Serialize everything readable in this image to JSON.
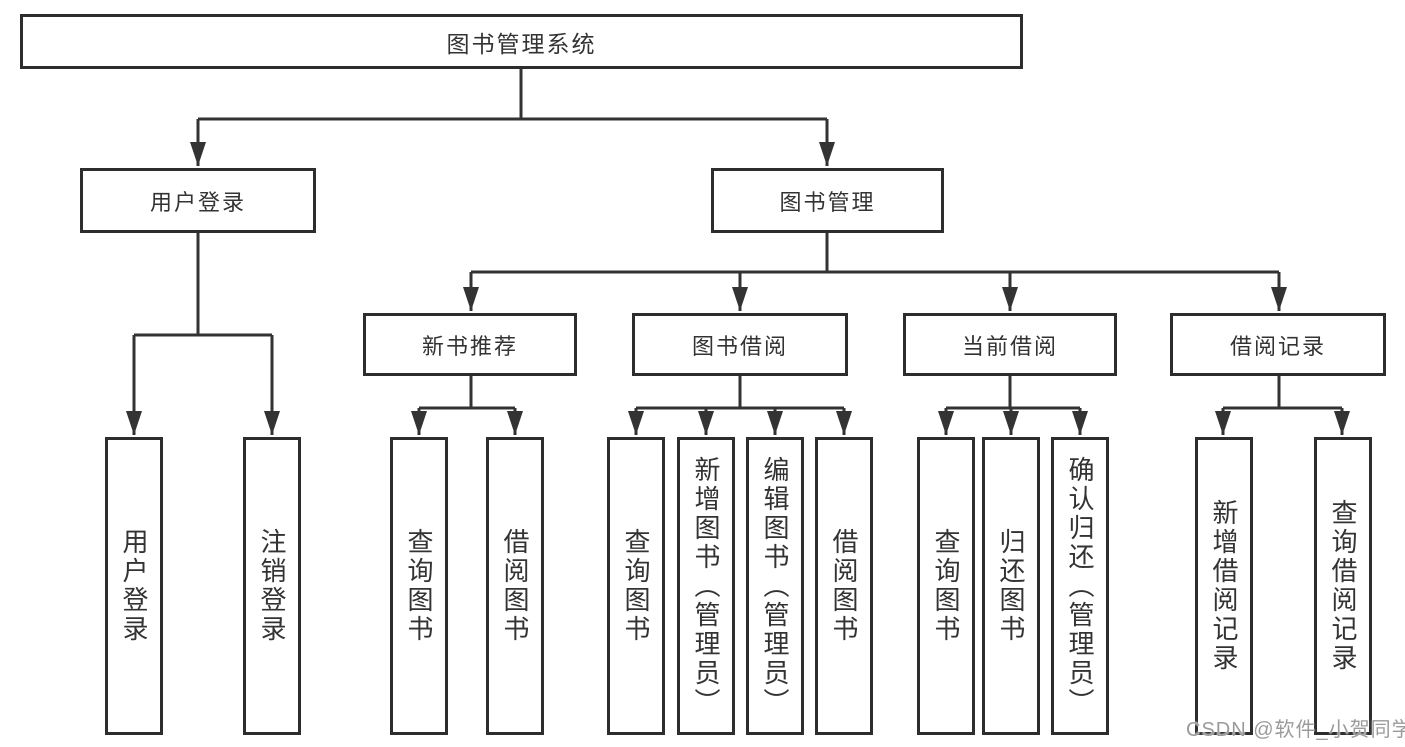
{
  "tree": {
    "root": "图书管理系统",
    "branches": [
      {
        "label": "用户登录",
        "children": [
          "用户登录",
          "注销登录"
        ]
      },
      {
        "label": "图书管理",
        "children": [
          {
            "label": "新书推荐",
            "children": [
              "查询图书",
              "借阅图书"
            ]
          },
          {
            "label": "图书借阅",
            "children": [
              "查询图书",
              "新增图书（管理员）",
              "编辑图书（管理员）",
              "借阅图书"
            ]
          },
          {
            "label": "当前借阅",
            "children": [
              "查询图书",
              "归还图书",
              "确认归还（管理员）"
            ]
          },
          {
            "label": "借阅记录",
            "children": [
              "新增借阅记录",
              "查询借阅记录"
            ]
          }
        ]
      }
    ]
  },
  "watermark": "CSDN @软件_小贺同学",
  "colors": {
    "line": "#333333",
    "box_border": "#2d2d2d",
    "text": "#333333",
    "background": "#ffffff",
    "watermark": "#9b9b9b"
  }
}
